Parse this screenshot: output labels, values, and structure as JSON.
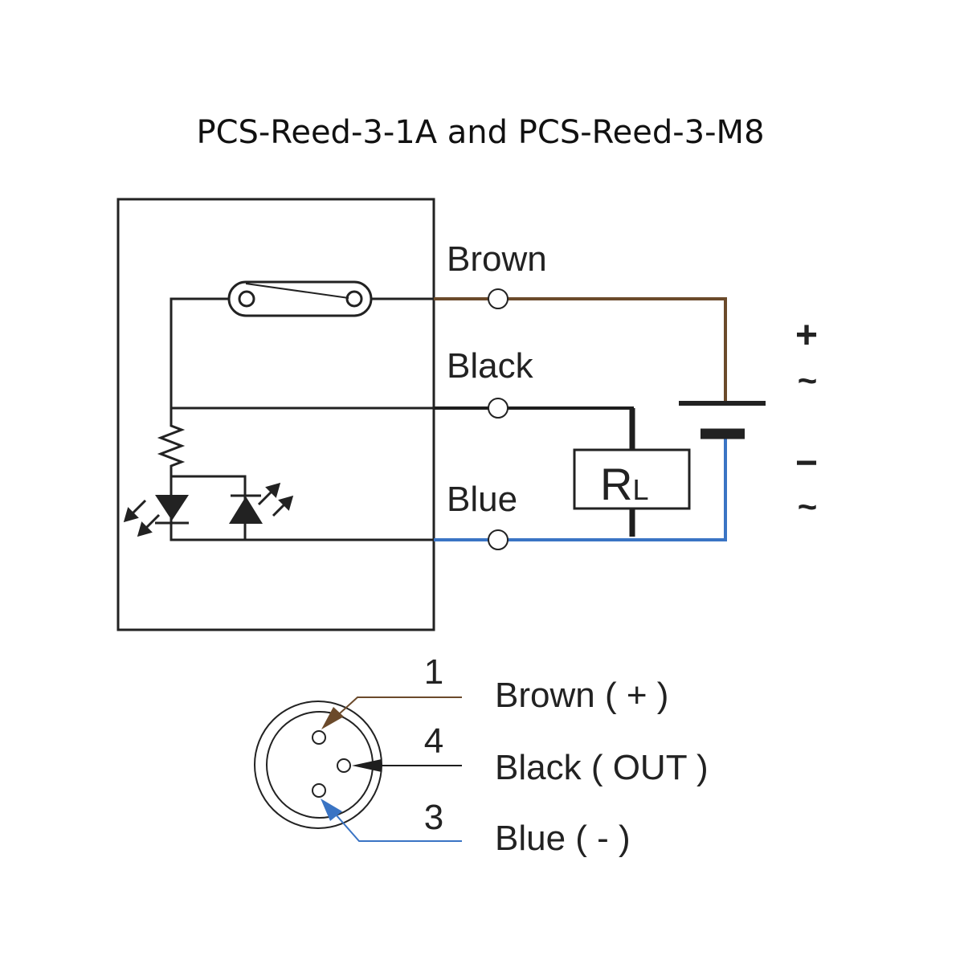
{
  "title": "PCS-Reed-3-1A and PCS-Reed-3-M8",
  "colors": {
    "brown": "#6b4a2b",
    "black": "#1e1e1e",
    "blue": "#3a74c4"
  },
  "wires": [
    {
      "label": "Brown"
    },
    {
      "label": "Black"
    },
    {
      "label": "Blue"
    }
  ],
  "load": {
    "main": "R",
    "sub": "L"
  },
  "supply": {
    "plus": "+",
    "minus": "−",
    "ac_plus": "~",
    "ac_minus": "~"
  },
  "connector": {
    "pins": [
      {
        "number": "1",
        "label": "Brown ( + )"
      },
      {
        "number": "4",
        "label": "Black ( OUT )"
      },
      {
        "number": "3",
        "label": "Blue ( - )"
      }
    ]
  }
}
